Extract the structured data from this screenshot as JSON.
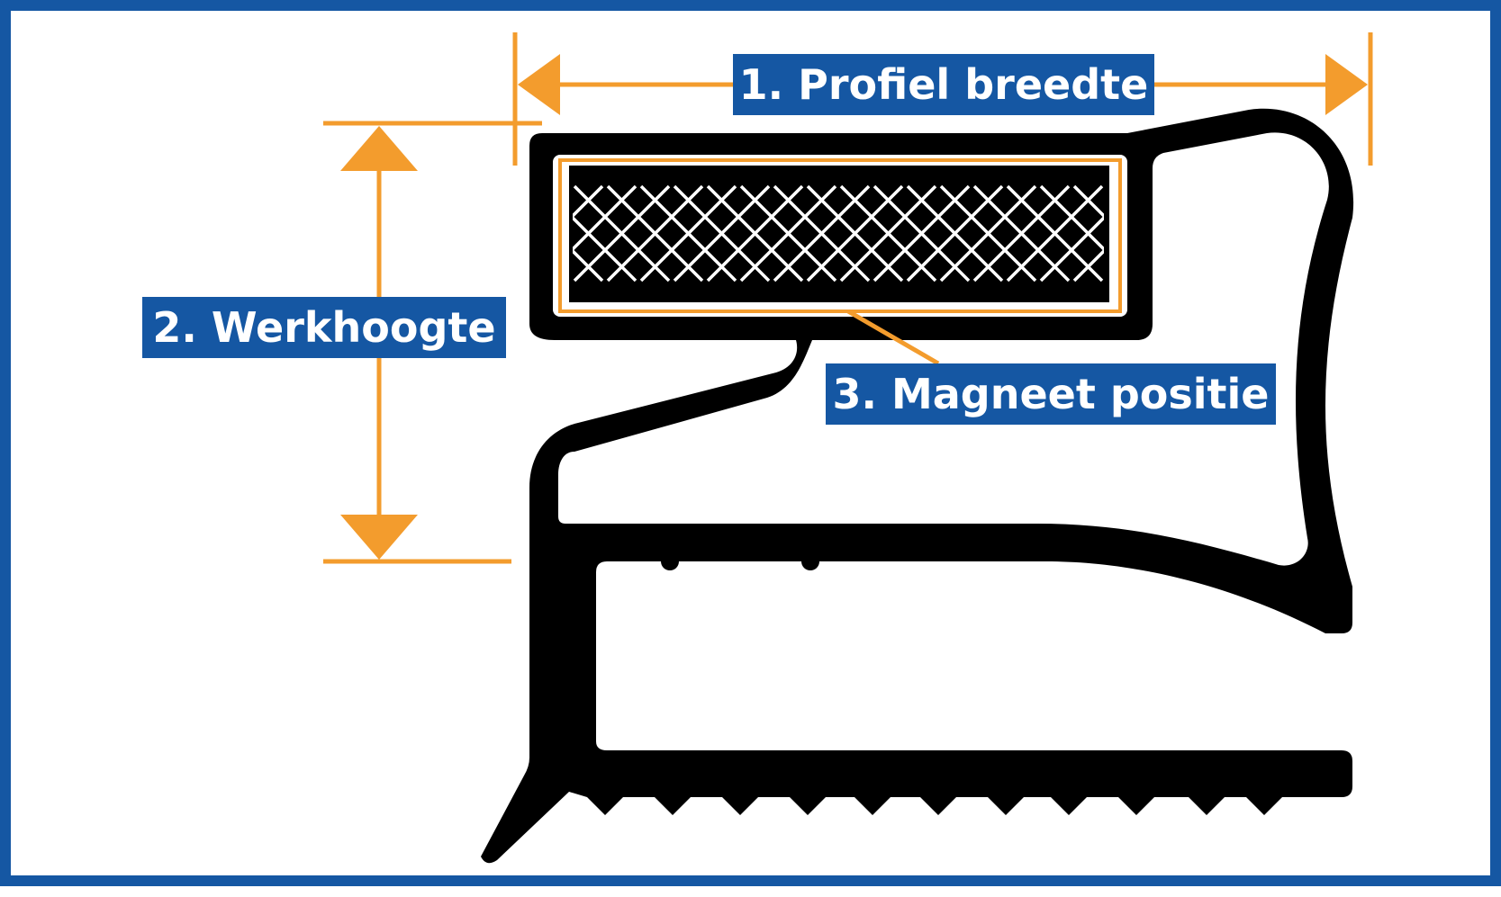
{
  "labels": {
    "profile_width": "1. Profiel breedte",
    "working_height": "2. Werkhoogte",
    "magnet_position": "3. Magneet positie"
  },
  "colors": {
    "frame_border": "#1557a3",
    "label_background": "#1557a3",
    "label_text": "#ffffff",
    "dimension_lines": "#f39c2d",
    "profile_fill": "#000000",
    "magnet_mesh": "#ffffff"
  },
  "icons": [
    "double-arrow-horizontal",
    "double-arrow-vertical",
    "leader-line"
  ]
}
